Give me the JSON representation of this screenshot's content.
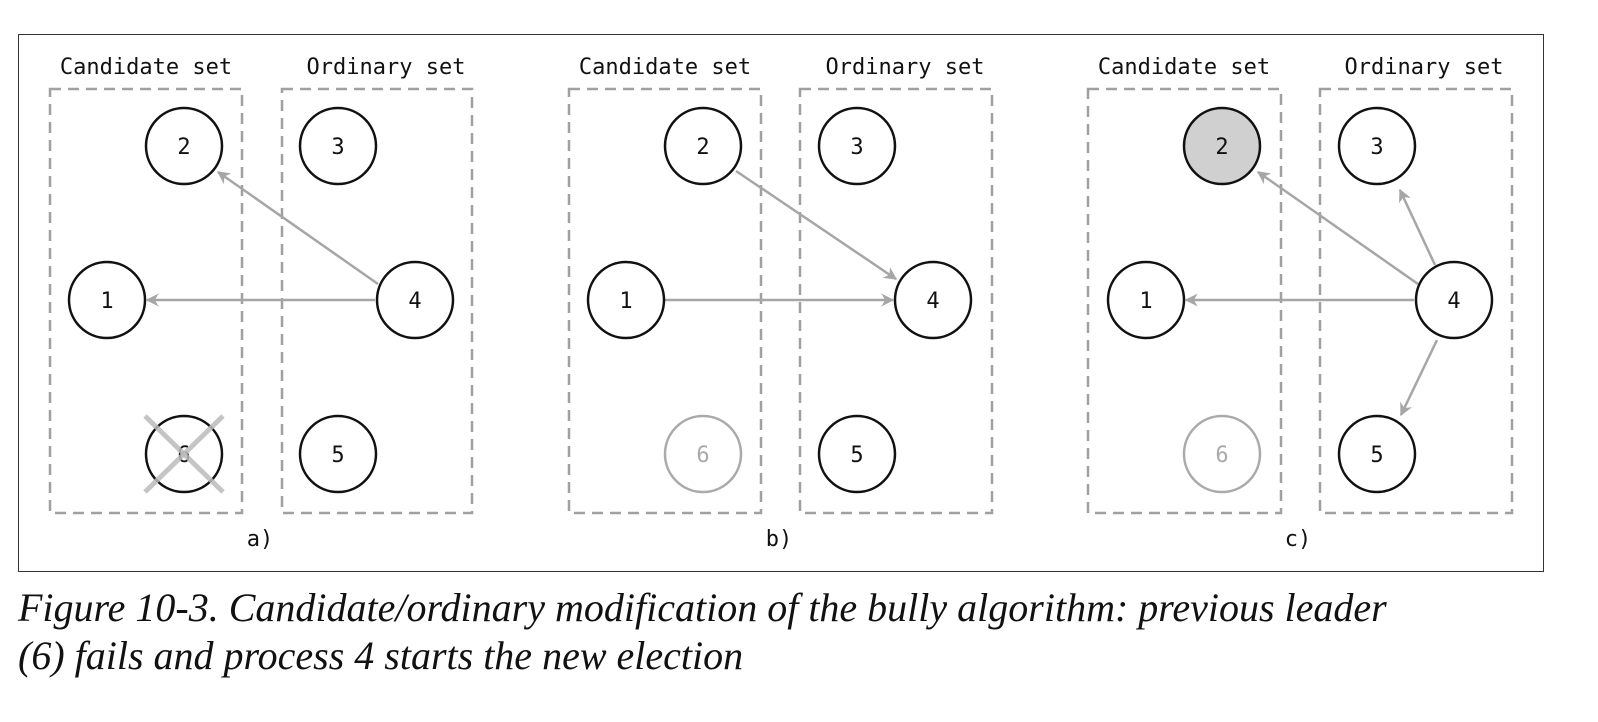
{
  "panels": [
    {
      "candidate_label": "Candidate set",
      "ordinary_label": "Ordinary set",
      "panel_label": "a)",
      "nodes": {
        "n1": "1",
        "n2": "2",
        "n3": "3",
        "n4": "4",
        "n5": "5",
        "n6": "6"
      }
    },
    {
      "candidate_label": "Candidate set",
      "ordinary_label": "Ordinary set",
      "panel_label": "b)",
      "nodes": {
        "n1": "1",
        "n2": "2",
        "n3": "3",
        "n4": "4",
        "n5": "5",
        "n6": "6"
      }
    },
    {
      "candidate_label": "Candidate set",
      "ordinary_label": "Ordinary set",
      "panel_label": "c)",
      "nodes": {
        "n1": "1",
        "n2": "2",
        "n3": "3",
        "n4": "4",
        "n5": "5",
        "n6": "6"
      }
    }
  ],
  "caption": {
    "line1": "Figure 10-3. Candidate/ordinary modification of the bully algorithm: previous leader",
    "line2": "(6) fails and process 4 starts the new election"
  },
  "colors": {
    "arrow": "#a6a6a6",
    "node_stroke": "#111111",
    "failed_node": "#aaaaaa",
    "leader_fill": "#d0d0d0",
    "dashed_box": "#a0a0a0"
  }
}
